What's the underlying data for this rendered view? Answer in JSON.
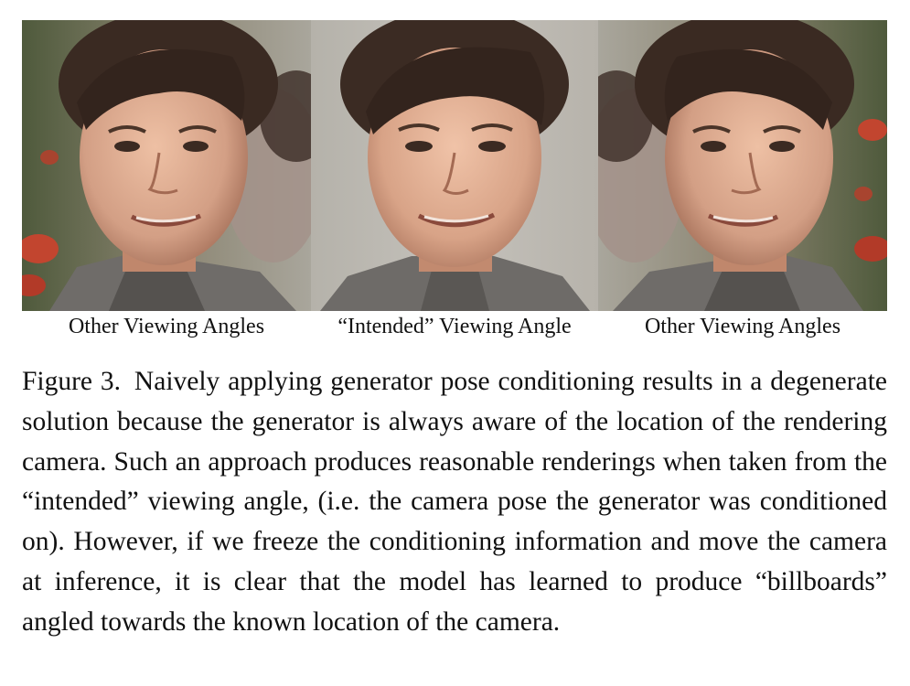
{
  "figure": {
    "panels": [
      {
        "name": "left",
        "caption": "Other Viewing Angles"
      },
      {
        "name": "center",
        "caption": "“Intended” Viewing Angle"
      },
      {
        "name": "right",
        "caption": "Other Viewing Angles"
      }
    ]
  },
  "caption": {
    "label": "Figure 3.",
    "text": "Naively applying generator pose conditioning results in a degenerate solution because the generator is always aware of the location of the rendering camera. Such an approach produces rea­sonable renderings when taken from the “intended” viewing angle, (i.e. the camera pose the generator was conditioned on). However, if we freeze the conditioning information and move the camera at inference, it is clear that the model has learned to produce “bill­boards” angled towards the known location of the camera."
  },
  "colors": {
    "skin": "#d9a88e",
    "skin_shadow": "#b67f67",
    "hair": "#3a2a22",
    "shirt": "#6e6b68",
    "bg_center": "#bdbab4",
    "bg_side": "#6e6a4e"
  }
}
